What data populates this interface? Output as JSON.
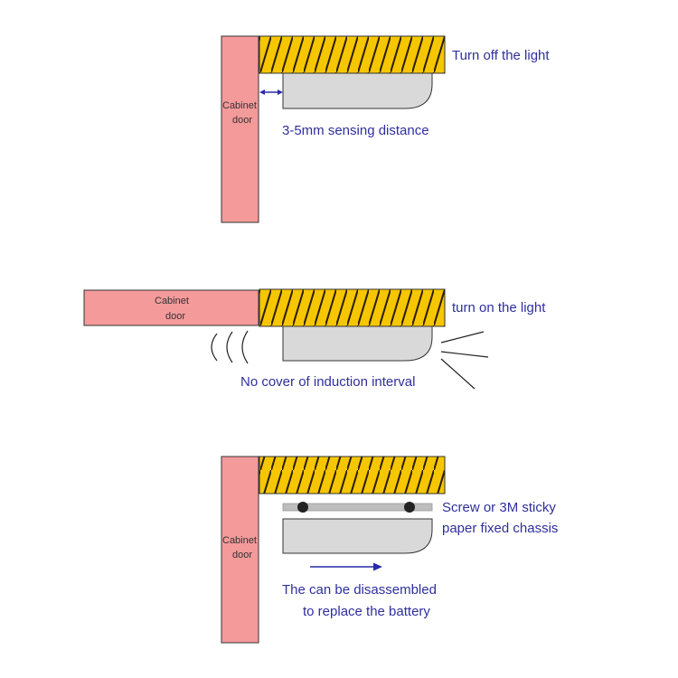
{
  "colors": {
    "door": "#f49a9a",
    "shelf": "#f6c600",
    "hatch": "#2b1d00",
    "light_body": "#d9d9d9",
    "label_text": "#2f2f9e",
    "arrow": "#2a2aa8"
  },
  "panel1": {
    "door_label_line1": "Cabinet",
    "door_label_line2": "door",
    "status_label": "Turn off the light",
    "distance_label": "3-5mm sensing distance"
  },
  "panel2": {
    "door_label_line1": "Cabinet",
    "door_label_line2": "door",
    "status_label": "turn on the light",
    "interval_label": "No cover of induction interval"
  },
  "panel3": {
    "door_label_line1": "Cabinet",
    "door_label_line2": "door",
    "chassis_label_line1": "Screw or 3M sticky",
    "chassis_label_line2": "paper fixed chassis",
    "battery_label_line1": "The  can be disassembled",
    "battery_label_line2": "to replace the battery"
  }
}
